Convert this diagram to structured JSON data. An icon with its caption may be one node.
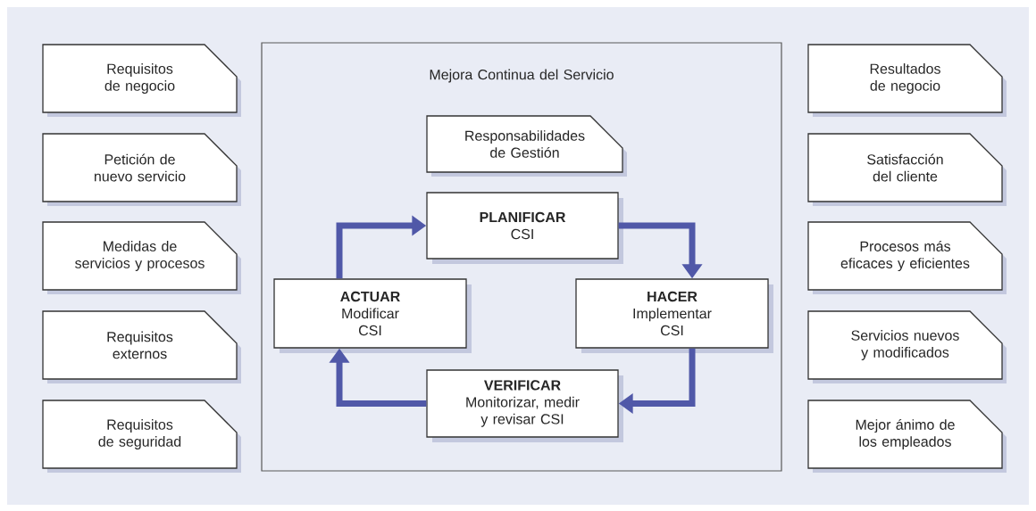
{
  "diagram": {
    "nodes": [
      {
        "text": [
          "Requisitos de negocio"
        ]
      },
      {
        "text": [
          "Petición de nuevo servicio"
        ]
      },
      {
        "text": [
          "Medidas de servicios y procesos"
        ]
      },
      {
        "text": [
          "Requisitos externos"
        ]
      },
      {
        "text": [
          "Requisitos de seguridad"
        ]
      },
      {
        "text": [
          "Mejora Continua del Servicio"
        ]
      },
      {
        "text": [
          "Responsabilidades de Gestión"
        ],
        "in": 5
      },
      {
        "text": [
          "PLANIFICAR",
          "CSI"
        ],
        "in": 5
      },
      {
        "text": [
          "ACTUAR",
          "Modificar CSI"
        ],
        "in": 5
      },
      {
        "text": [
          "HACER",
          "Implementar CSI"
        ],
        "in": 5
      },
      {
        "text": [
          "VERIFICAR",
          "Monitorizar, medir y revisar CSI"
        ],
        "in": 5
      },
      {
        "text": [
          "Resultados de negocio"
        ]
      },
      {
        "text": [
          "Satisfacción del cliente"
        ]
      },
      {
        "text": [
          "Procesos más eficaces y eficientes"
        ]
      },
      {
        "text": [
          "Servicios nuevos y modificados"
        ]
      },
      {
        "text": [
          "Mejor ánimo de los empleados"
        ]
      }
    ],
    "edges": [
      {
        "from": 8,
        "to": 7,
        "arrow": "to"
      },
      {
        "from": 7,
        "to": 9,
        "arrow": "to"
      },
      {
        "from": 9,
        "to": 10,
        "arrow": "to"
      },
      {
        "from": 10,
        "to": 8,
        "arrow": "to"
      }
    ]
  }
}
